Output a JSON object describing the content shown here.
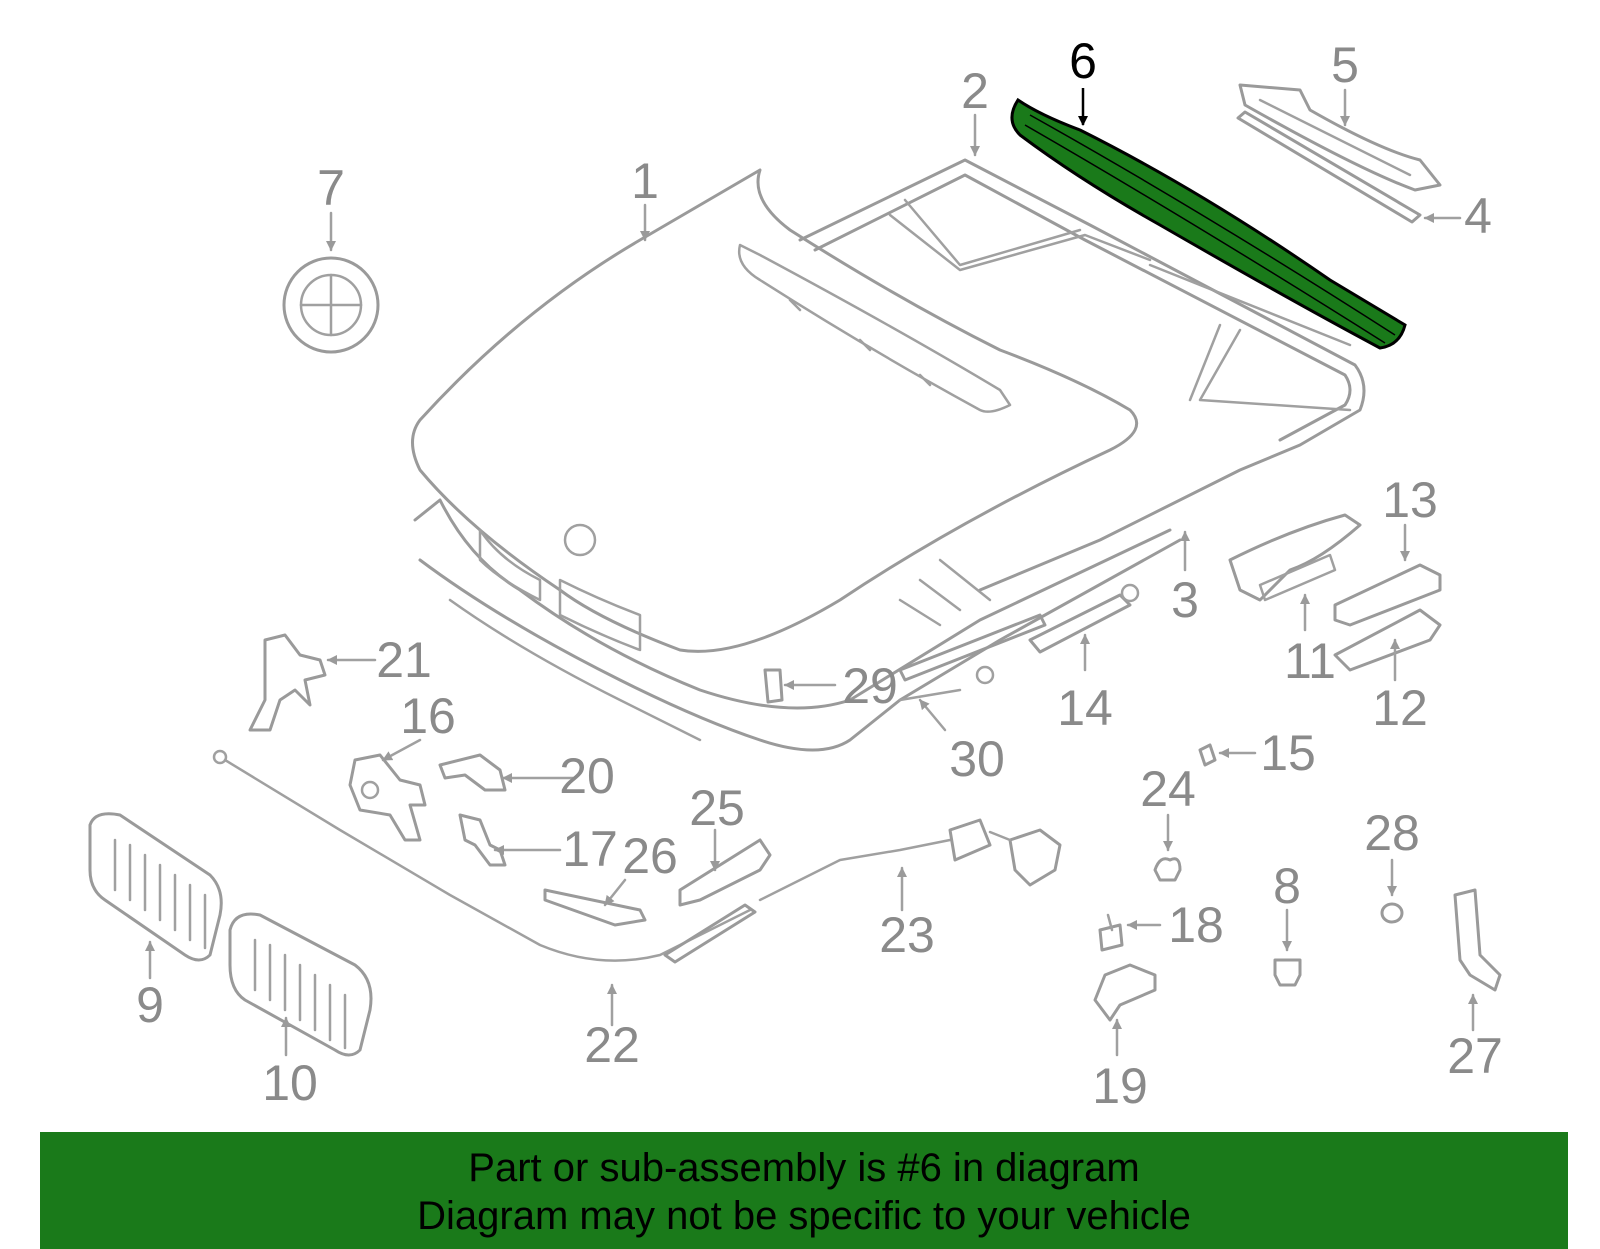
{
  "diagram": {
    "highlight_color": "#1a7a1a",
    "line_color": "#9a9a9a",
    "highlighted_part": "6",
    "callouts": [
      {
        "id": "c1",
        "label": "1"
      },
      {
        "id": "c2",
        "label": "2"
      },
      {
        "id": "c3",
        "label": "3"
      },
      {
        "id": "c4",
        "label": "4"
      },
      {
        "id": "c5",
        "label": "5"
      },
      {
        "id": "c6",
        "label": "6"
      },
      {
        "id": "c7",
        "label": "7"
      },
      {
        "id": "c8",
        "label": "8"
      },
      {
        "id": "c9",
        "label": "9"
      },
      {
        "id": "c10",
        "label": "10"
      },
      {
        "id": "c11",
        "label": "11"
      },
      {
        "id": "c12",
        "label": "12"
      },
      {
        "id": "c13",
        "label": "13"
      },
      {
        "id": "c14",
        "label": "14"
      },
      {
        "id": "c15",
        "label": "15"
      },
      {
        "id": "c16",
        "label": "16"
      },
      {
        "id": "c17",
        "label": "17"
      },
      {
        "id": "c18",
        "label": "18"
      },
      {
        "id": "c19",
        "label": "19"
      },
      {
        "id": "c20",
        "label": "20"
      },
      {
        "id": "c21",
        "label": "21"
      },
      {
        "id": "c22",
        "label": "22"
      },
      {
        "id": "c23",
        "label": "23"
      },
      {
        "id": "c24",
        "label": "24"
      },
      {
        "id": "c25",
        "label": "25"
      },
      {
        "id": "c26",
        "label": "26"
      },
      {
        "id": "c27",
        "label": "27"
      },
      {
        "id": "c28",
        "label": "28"
      },
      {
        "id": "c29",
        "label": "29"
      },
      {
        "id": "c30",
        "label": "30"
      }
    ]
  },
  "banner": {
    "line1": "Part or sub-assembly is #6 in diagram",
    "line2": "Diagram may not be specific to your vehicle",
    "background": "#1a7a1a"
  }
}
